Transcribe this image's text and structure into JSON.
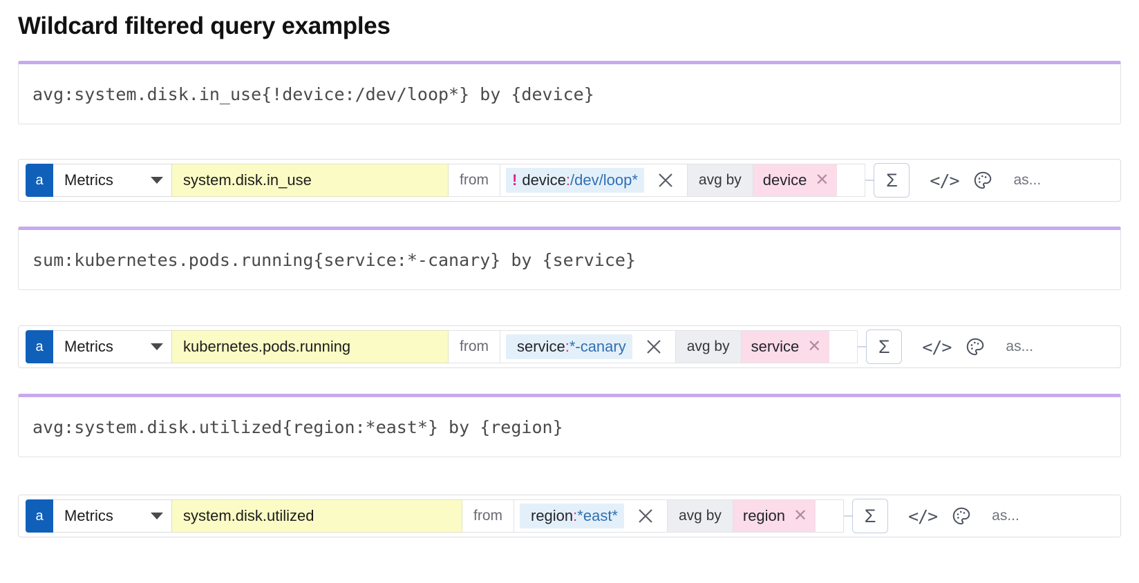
{
  "page": {
    "title": "Wildcard filtered query examples"
  },
  "examples": [
    {
      "code": "avg:system.disk.in_use{!device:/dev/loop*} by {device}",
      "editor": {
        "letter": "a",
        "source": "Metrics",
        "metric": "system.disk.in_use",
        "from_label": "from",
        "filter": {
          "negation": "!",
          "key": "device",
          "colon": ":",
          "value": "/dev/loop*"
        },
        "clear_filter_icon": "close-icon",
        "aggregator_label": "avg by",
        "group_by": "device",
        "group_by_remove_icon": "close-icon",
        "sigma_icon": "Σ",
        "code_icon": "</>",
        "palette_icon": "palette-icon",
        "alias_label": "as..."
      }
    },
    {
      "code": "sum:kubernetes.pods.running{service:*-canary} by {service}",
      "editor": {
        "letter": "a",
        "source": "Metrics",
        "metric": "kubernetes.pods.running",
        "from_label": "from",
        "filter": {
          "negation": "",
          "key": "service",
          "colon": ":",
          "value": "*-canary"
        },
        "clear_filter_icon": "close-icon",
        "aggregator_label": "avg by",
        "group_by": "service",
        "group_by_remove_icon": "close-icon",
        "sigma_icon": "Σ",
        "code_icon": "</>",
        "palette_icon": "palette-icon",
        "alias_label": "as..."
      }
    },
    {
      "code": "avg:system.disk.utilized{region:*east*} by {region}",
      "editor": {
        "letter": "a",
        "source": "Metrics",
        "metric": "system.disk.utilized",
        "from_label": "from",
        "filter": {
          "negation": "",
          "key": "region",
          "colon": ":",
          "value": "*east*"
        },
        "clear_filter_icon": "close-icon",
        "aggregator_label": "avg by",
        "group_by": "region",
        "group_by_remove_icon": "close-icon",
        "sigma_icon": "Σ",
        "code_icon": "</>",
        "palette_icon": "palette-icon",
        "alias_label": "as..."
      }
    }
  ],
  "colors": {
    "accent_purple": "#c7a9ef",
    "badge_blue": "#1060ba",
    "metric_yellow": "#fbfbc5",
    "filter_blue": "#e4f0f9",
    "group_pink": "#fbdce8",
    "wildcard_magenta": "#e0218a",
    "value_blue": "#2f6fb5"
  }
}
